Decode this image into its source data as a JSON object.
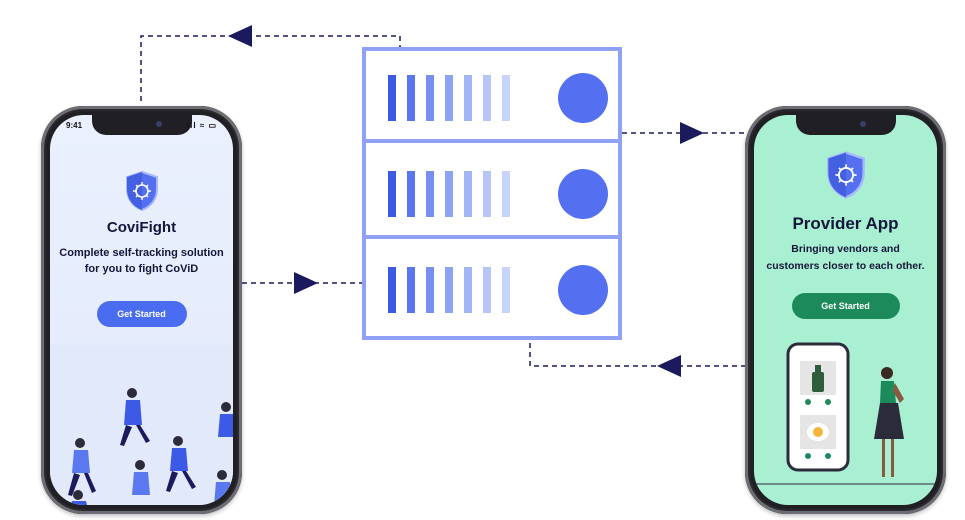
{
  "colors": {
    "server_outline": "#8fa0f5",
    "server_led": "#5470f0",
    "arrow": "#1a1a5c",
    "left_screen_bg": "#e6ecfb",
    "left_button": "#4a6cf0",
    "right_screen_bg": "#a9efd2",
    "right_button": "#1c8a5a"
  },
  "left_phone": {
    "status_time": "9:41",
    "status_icons": "ıll ≈ ▭",
    "title": "CoviFight",
    "subtitle_line1": "Complete self-tracking solution",
    "subtitle_line2": "for you to fight CoViD",
    "button_label": "Get Started",
    "icon": "shield-virus-icon"
  },
  "right_phone": {
    "title": "Provider App",
    "subtitle_line1": "Bringing vendors and",
    "subtitle_line2": "customers closer to each other.",
    "button_label": "Get Started",
    "icon": "shield-virus-icon"
  },
  "server": {
    "racks": 3
  }
}
